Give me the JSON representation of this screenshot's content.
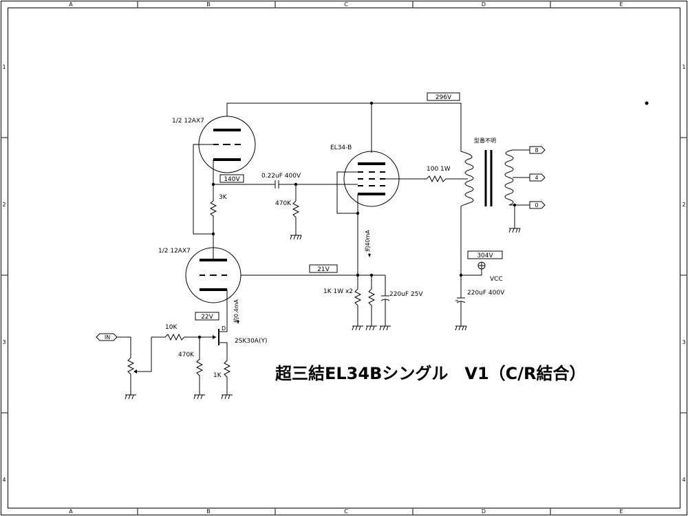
{
  "frame": {
    "columns": [
      "A",
      "B",
      "C",
      "D",
      "E"
    ],
    "rows": [
      "1",
      "2",
      "3",
      "4"
    ]
  },
  "title": "超三結EL34Bシングル　V1（C/R結合）",
  "labels": {
    "tube_v1_top": "1/2 12AX7",
    "tube_v1_bottom": "1/2 12AX7",
    "tube_el34": "EL34-B",
    "transformer": "型番不明",
    "fet": "2SK30A(Y)",
    "fet_d": "D",
    "r_10k": "10K",
    "r_470k_gate": "470K",
    "r_1k_source": "1K",
    "r_3k": "3K",
    "cap_coupling": "0.22uF 400V",
    "r_470k_grid": "470K",
    "r_cathode": "1K 1W x2",
    "cap_cathode": "220uF 25V",
    "r_100": "100 1W",
    "cap_supply": "220uF 400V",
    "vcc": "VCC",
    "current_el34": "約40mA",
    "current_fet": "約0.4mA"
  },
  "voltages": {
    "b_plus": "296V",
    "vcc": "304V",
    "node_140": "140V",
    "node_21": "21V",
    "node_22": "22V"
  },
  "ports": {
    "in": "IN",
    "out_8": "8",
    "out_4": "4",
    "out_0": "0"
  }
}
